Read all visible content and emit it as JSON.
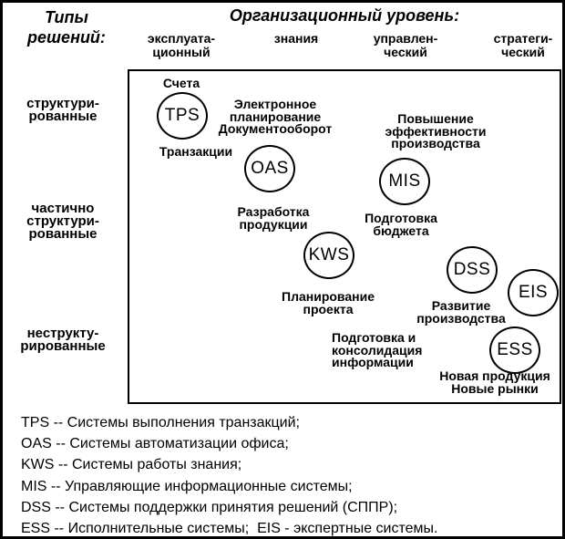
{
  "header": {
    "left_title": "Типы\nрешений:",
    "main_title": "Организационный уровень:",
    "columns": [
      "эксплуата-\nционный",
      "знания",
      "управлен-\nческий",
      "стратеги-\nческий"
    ]
  },
  "row_labels": [
    "структури-\nрованные",
    "частично\nструктури-\nрованные",
    "неструкту-\nрированные"
  ],
  "circles": [
    {
      "label": "TPS"
    },
    {
      "label": "OAS"
    },
    {
      "label": "MIS"
    },
    {
      "label": "KWS"
    },
    {
      "label": "DSS"
    },
    {
      "label": "EIS"
    },
    {
      "label": "ESS"
    }
  ],
  "annotations": [
    {
      "text": "Счета"
    },
    {
      "text": "Электронное\nпланирование\nДокументооборот"
    },
    {
      "text": "Транзакции"
    },
    {
      "text": "Повышение\nэффективности\nпроизводства"
    },
    {
      "text": "Разработка\nпродукции"
    },
    {
      "text": "Подготовка\nбюджета"
    },
    {
      "text": "Планирование\nпроекта"
    },
    {
      "text": "Развитие\nпроизводства"
    },
    {
      "text": "Подготовка и\nконсолидация\nинформации"
    },
    {
      "text": "Новая продукция\nНовые рынки"
    }
  ],
  "legend": [
    "TPS -- Системы выполнения транзакций;",
    "OAS -- Системы автоматизации офиса;",
    "KWS -- Системы работы знания;",
    "MIS -- Управляющие информационные системы;",
    "DSS -- Системы поддержки принятия решений (СППР);",
    "ESS -- Исполнительные системы;  EIS - экспертные системы."
  ],
  "colors": {
    "ink": "#000000",
    "background": "#ffffff"
  }
}
